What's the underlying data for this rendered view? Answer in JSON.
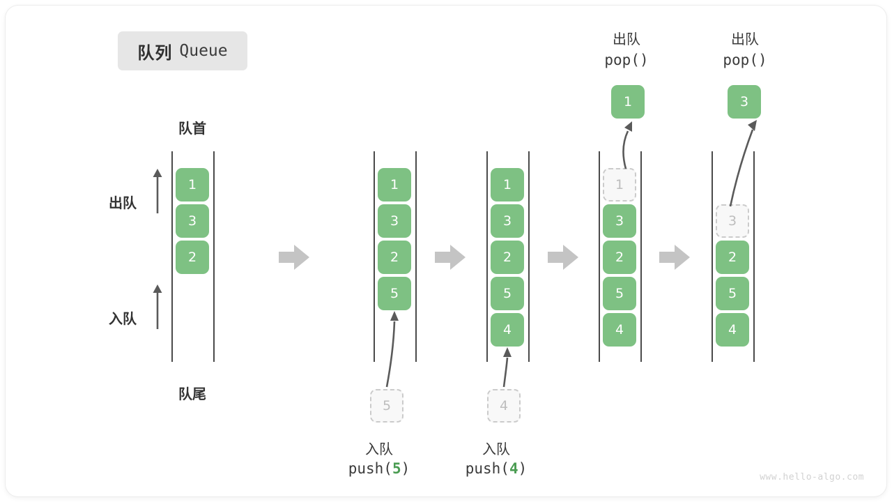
{
  "title": {
    "cn": "队列",
    "en": "Queue"
  },
  "labels": {
    "front": "队首",
    "rear": "队尾",
    "dequeue": "出队",
    "enqueue": "入队"
  },
  "colors": {
    "element": "#7ec183",
    "ghost_border": "#cbcbcb",
    "rail": "#4a4a4a",
    "step_arrow": "#c4c4c4",
    "accent_number": "#4a9c52",
    "badge_bg": "#e6e6e6"
  },
  "columns": [
    {
      "name": "initial",
      "cells": [
        "1",
        "3",
        "2"
      ],
      "ghost": null,
      "caption_cn": null,
      "caption_code": null,
      "popped": null
    },
    {
      "name": "after-push-5",
      "cells": [
        "1",
        "3",
        "2",
        "5"
      ],
      "ghost": {
        "value": "5",
        "position": "below"
      },
      "caption_cn": "入队",
      "caption_code": "push(5)",
      "caption_code_prefix": "push(",
      "caption_code_num": "5",
      "caption_code_suffix": ")",
      "popped": null
    },
    {
      "name": "after-push-4",
      "cells": [
        "1",
        "3",
        "2",
        "5",
        "4"
      ],
      "ghost": {
        "value": "4",
        "position": "below"
      },
      "caption_cn": "入队",
      "caption_code": "push(4)",
      "caption_code_prefix": "push(",
      "caption_code_num": "4",
      "caption_code_suffix": ")",
      "popped": null
    },
    {
      "name": "after-pop-1",
      "cells": [
        "3",
        "2",
        "5",
        "4"
      ],
      "ghost": {
        "value": "1",
        "position": "slot-top"
      },
      "caption_cn": null,
      "caption_code": null,
      "popped": {
        "value": "1",
        "label_cn": "出队",
        "label_code": "pop()"
      }
    },
    {
      "name": "after-pop-3",
      "cells": [
        "2",
        "5",
        "4"
      ],
      "ghost": {
        "value": "3",
        "position": "slot-second"
      },
      "caption_cn": null,
      "caption_code": null,
      "popped": {
        "value": "3",
        "label_cn": "出队",
        "label_code": "pop()"
      }
    }
  ],
  "watermark": "www.hello-algo.com"
}
